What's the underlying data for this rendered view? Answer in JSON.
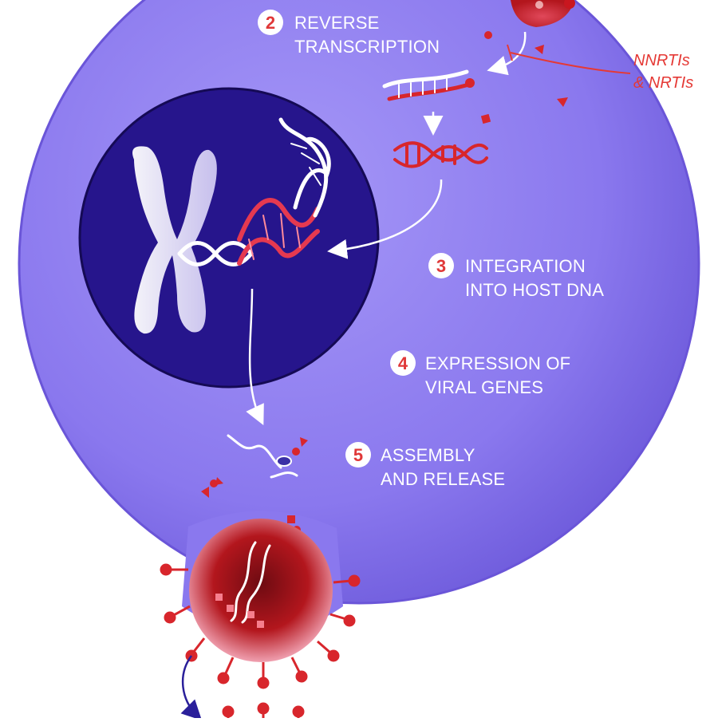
{
  "steps": [
    {
      "number": "2",
      "line1": "REVERSE",
      "line2": "TRANSCRIPTION"
    },
    {
      "number": "3",
      "line1": "INTEGRATION",
      "line2": "INTO HOST DNA"
    },
    {
      "number": "4",
      "line1": "EXPRESSION OF",
      "line2": "VIRAL GENES"
    },
    {
      "number": "5",
      "line1": "ASSEMBLY",
      "line2": "AND RELEASE"
    }
  ],
  "drug_label": {
    "line1": "NNRTIs",
    "line2": "& NRTIs"
  },
  "colors": {
    "cell": "#8a78ee",
    "cell_edge": "#6a55d8",
    "nucleus": "#26158c",
    "viral_red": "#d8262c",
    "inhibitor_red": "#e53935",
    "label_white": "#ffffff",
    "arrow_white": "#ffffff"
  },
  "icons": [
    "chromosome-icon",
    "dna-helix-icon",
    "rna-strand-icon",
    "viral-protein-icon",
    "virion-icon"
  ]
}
